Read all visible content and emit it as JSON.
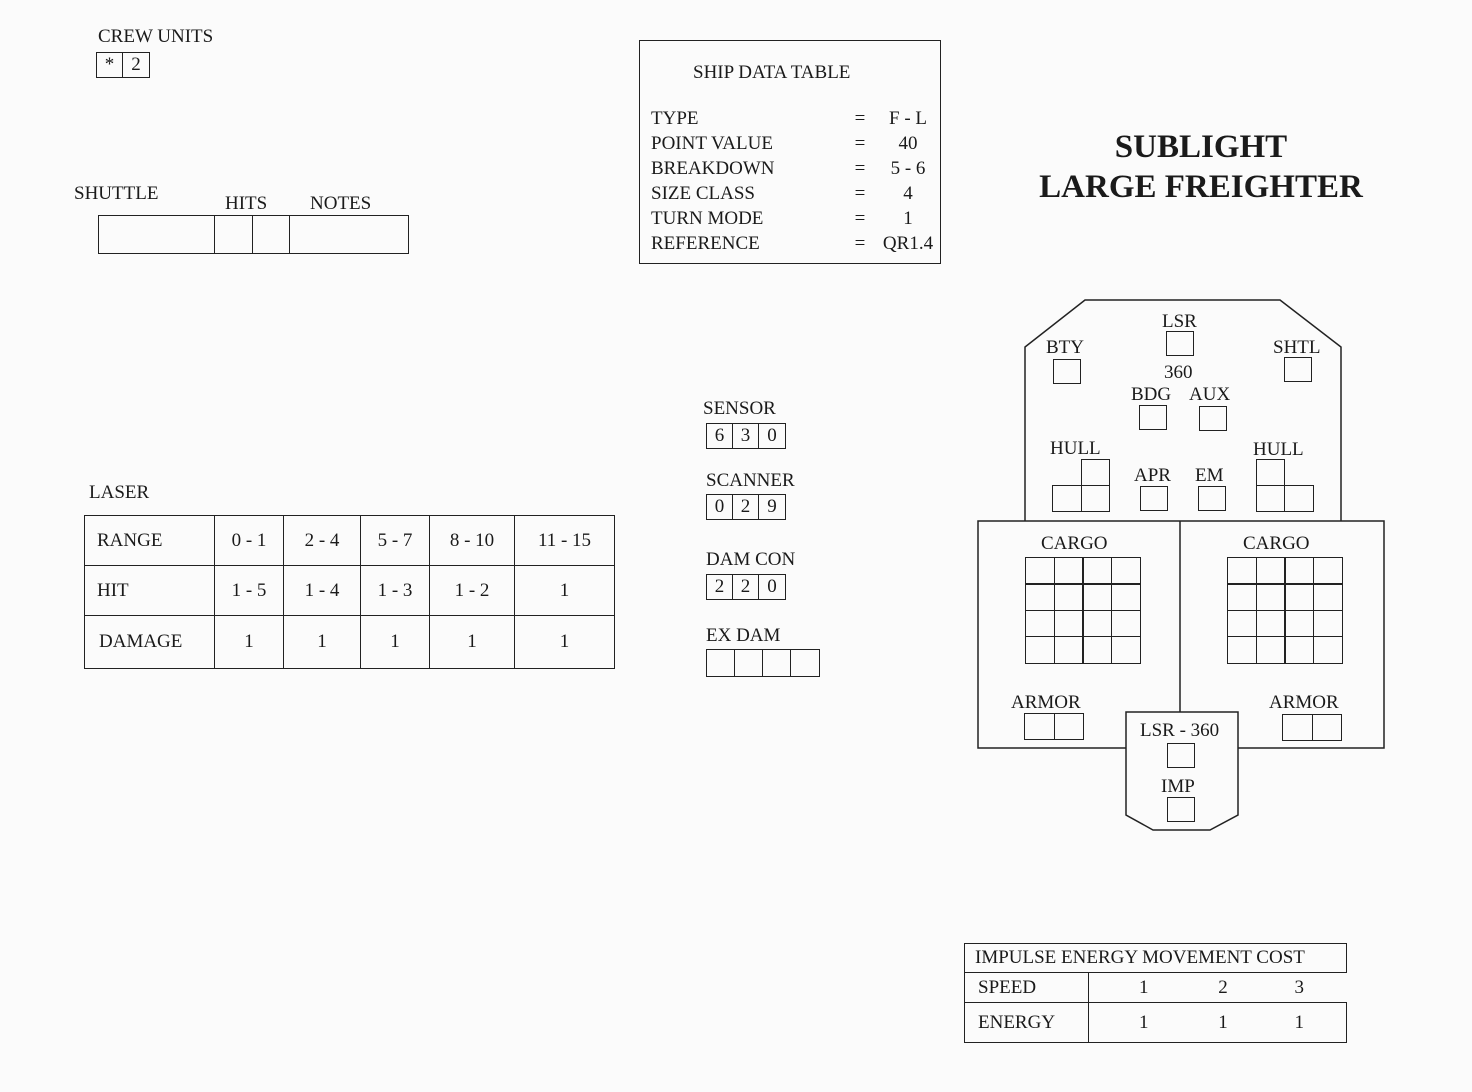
{
  "crew": {
    "label": "CREW UNITS",
    "boxes": [
      "*",
      "2"
    ]
  },
  "shuttle": {
    "label": "SHUTTLE",
    "hits_label": "HITS",
    "notes_label": "NOTES"
  },
  "ship_data": {
    "title": "SHIP DATA  TABLE",
    "rows": [
      {
        "key": "TYPE",
        "eq": "=",
        "value": "F - L"
      },
      {
        "key": "POINT VALUE",
        "eq": "=",
        "value": "40"
      },
      {
        "key": "BREAKDOWN",
        "eq": "=",
        "value": "5 - 6"
      },
      {
        "key": "SIZE CLASS",
        "eq": "=",
        "value": "4"
      },
      {
        "key": "TURN MODE",
        "eq": "=",
        "value": "1"
      },
      {
        "key": "REFERENCE",
        "eq": "=",
        "value": "QR1.4"
      }
    ]
  },
  "title": {
    "line1": "SUBLIGHT",
    "line2": "LARGE FREIGHTER"
  },
  "laser": {
    "label": "LASER",
    "range": [
      "RANGE",
      "0 - 1",
      "2 - 4",
      "5 - 7",
      "8 - 10",
      "11 - 15"
    ],
    "hit": [
      "HIT",
      "1 - 5",
      "1 - 4",
      "1 - 3",
      "1 - 2",
      "1"
    ],
    "damage": [
      "DAMAGE",
      "1",
      "1",
      "1",
      "1",
      "1"
    ]
  },
  "systems": {
    "sensor": {
      "label": "SENSOR",
      "values": [
        "6",
        "3",
        "0"
      ]
    },
    "scanner": {
      "label": "SCANNER",
      "values": [
        "0",
        "2",
        "9"
      ]
    },
    "damcon": {
      "label": "DAM CON",
      "values": [
        "2",
        "2",
        "0"
      ]
    },
    "exdam": {
      "label": "EX DAM",
      "values": [
        "",
        "",
        "",
        ""
      ]
    }
  },
  "ship": {
    "lsr": "LSR",
    "arc": "360",
    "bty": "BTY",
    "shtl": "SHTL",
    "bdg": "BDG",
    "aux": "AUX",
    "hull_left": "HULL",
    "hull_right": "HULL",
    "apr": "APR",
    "em": "EM",
    "cargo_left": "CARGO",
    "cargo_right": "CARGO",
    "armor_left": "ARMOR",
    "armor_right": "ARMOR",
    "lsr_aft": "LSR - 360",
    "imp": "IMP"
  },
  "impulse": {
    "title": "IMPULSE  ENERGY  MOVEMENT  COST",
    "speed": [
      "SPEED",
      "1",
      "2",
      "3"
    ],
    "energy": [
      "ENERGY",
      "1",
      "1",
      "1"
    ]
  }
}
